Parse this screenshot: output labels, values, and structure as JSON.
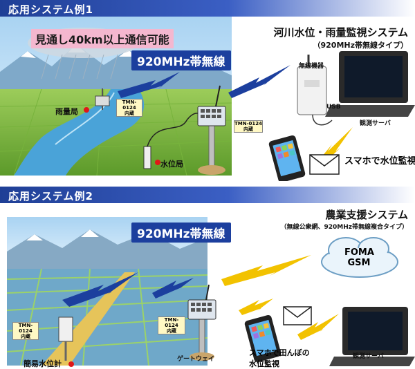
{
  "example1": {
    "header": "応用システム例1",
    "range_banner": "見通し40km以上通信可能",
    "band_label": "920MHz帯無線",
    "system_title": "河川水位・雨量監視システム",
    "system_subtitle": "（920MHz帯無線タイプ）",
    "device_label": "無線機器",
    "usb_label": "USB",
    "server_label": "観測サーバ",
    "rain_station": "雨量局",
    "water_station": "水位局",
    "module_label_1": "TMN-0124",
    "module_label_2": "内蔵",
    "smartphone_caption": "スマホで水位監視"
  },
  "example2": {
    "header": "応用システム例2",
    "band_label": "920MHz帯無線",
    "system_title": "農業支援システム",
    "system_subtitle": "（無線公衆網、920MHz帯無線複合タイプ）",
    "cloud_line1": "FOMA",
    "cloud_line2": "GSM",
    "module_label_1": "TMN-0124",
    "module_label_2": "内蔵",
    "simple_gauge": "簡易水位計",
    "gateway": "ゲートウェイ",
    "smartphone_caption_line1": "スマホで田んぼの",
    "smartphone_caption_line2": "水位監視",
    "server_label": "観測サーバ"
  },
  "colors": {
    "header_blue": "#1f3f96",
    "band_blue": "#1c3f9e",
    "banner_pink": "#f4b7cf",
    "lightning_yellow": "#f2c200",
    "lightning_blue": "#1c3f9e"
  }
}
